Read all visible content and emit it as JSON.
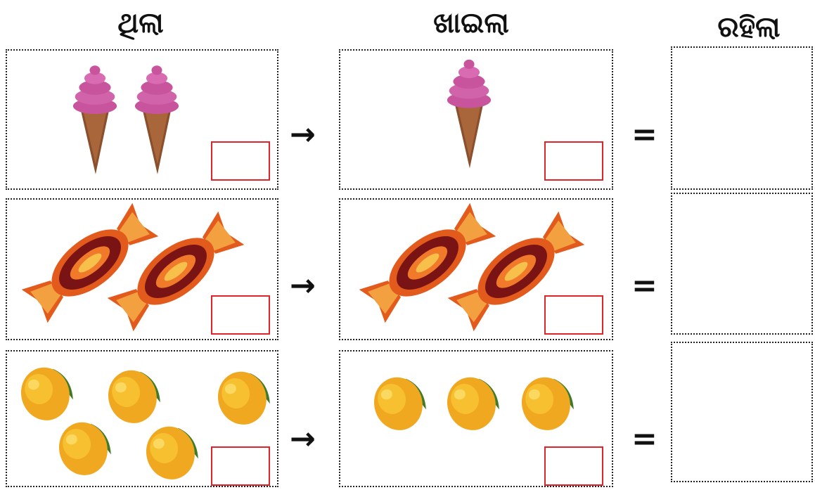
{
  "headers": {
    "had": "ଥିଲା",
    "ate": "ଖାଇଲା",
    "left": "ରହିଲା"
  },
  "operators": {
    "arrow": "→",
    "equals": "="
  },
  "rows": [
    {
      "item": "ice-cream",
      "had_count": 2,
      "ate_count": 1
    },
    {
      "item": "candy",
      "had_count": 2,
      "ate_count": 2
    },
    {
      "item": "mango",
      "had_count": 5,
      "ate_count": 3
    }
  ],
  "colors": {
    "answer_box_border": "#e0242a",
    "dotted_border": "#222222",
    "ice_cream_top": "#c8549e",
    "cone": "#8a4f2c",
    "candy_wrapper": "#e25a1c",
    "candy_center": "#7a1414",
    "mango": "#f0a820",
    "leaf": "#3f7a2a"
  }
}
